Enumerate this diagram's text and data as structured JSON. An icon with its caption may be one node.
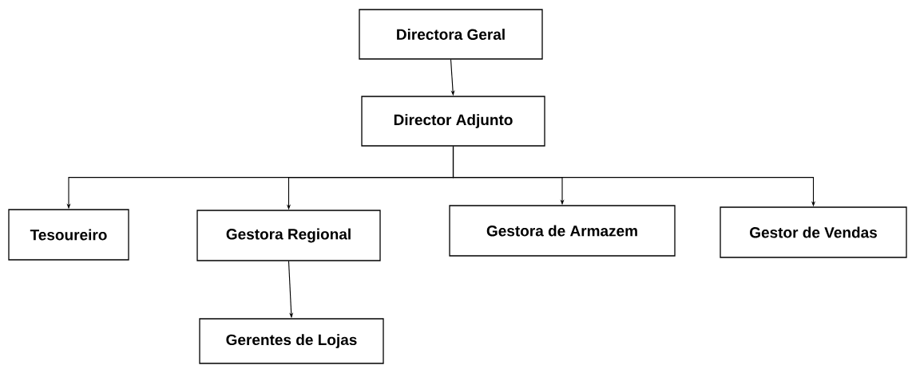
{
  "diagram": {
    "nodes": [
      {
        "text": [
          "Directora Geral"
        ]
      },
      {
        "text": [
          "Director Adjunto"
        ]
      },
      {
        "text": [
          "Tesoureiro"
        ]
      },
      {
        "text": [
          "Gestora Regional"
        ]
      },
      {
        "text": [
          "Gestora de Armazem"
        ]
      },
      {
        "text": [
          "Gestor de  Vendas"
        ]
      },
      {
        "text": [
          "Gerentes de Lojas"
        ]
      }
    ],
    "edges": [
      {
        "from": 0,
        "to": 1,
        "arrow": "to"
      },
      {
        "from": 1,
        "to": 2,
        "arrow": "to"
      },
      {
        "from": 1,
        "to": 3,
        "arrow": "to"
      },
      {
        "from": 1,
        "to": 4,
        "arrow": "to"
      },
      {
        "from": 1,
        "to": 5,
        "arrow": "to"
      },
      {
        "from": 3,
        "to": 6,
        "arrow": "to"
      }
    ]
  }
}
